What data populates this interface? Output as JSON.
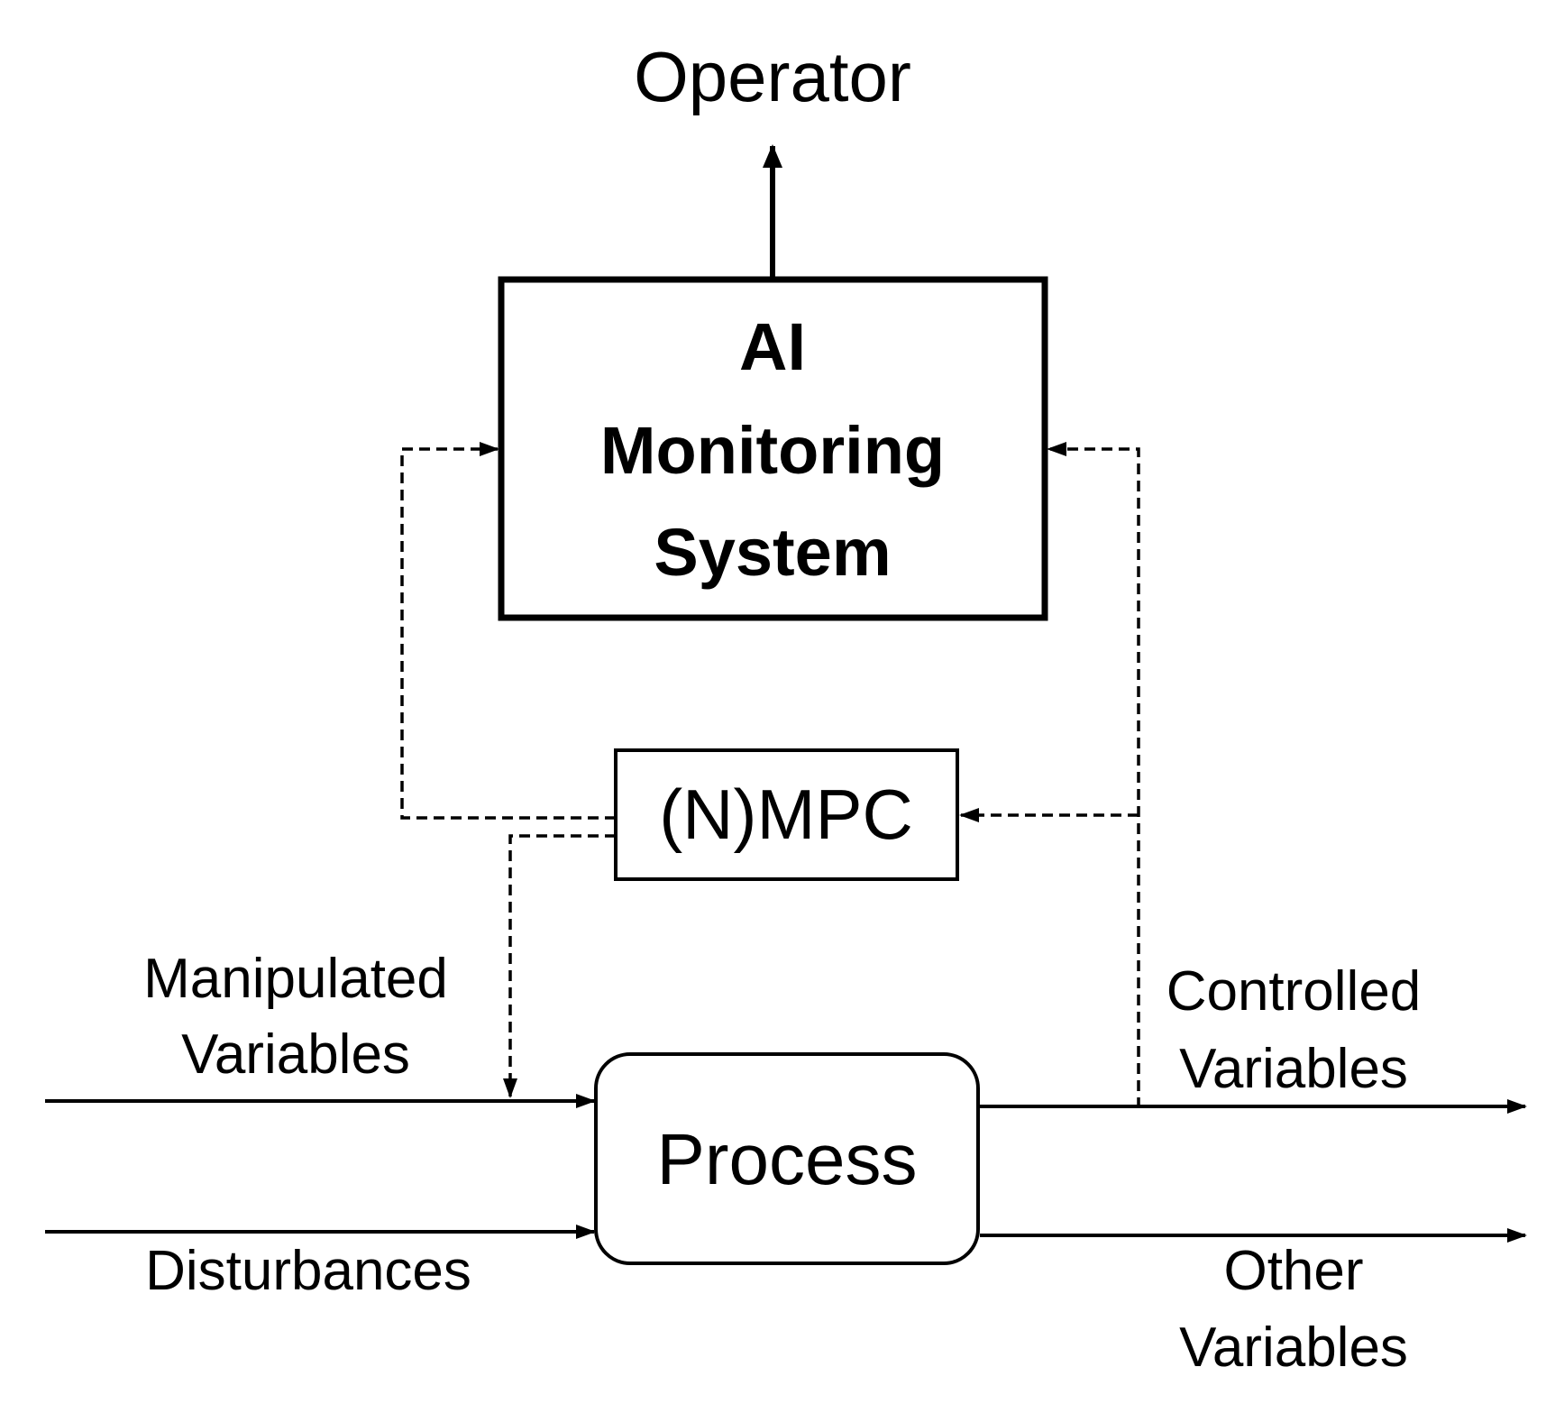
{
  "diagram": {
    "operator": "Operator",
    "ai_system": {
      "line1": "AI",
      "line2": "Monitoring",
      "line3": "System"
    },
    "controller": "(N)MPC",
    "process": "Process",
    "inputs": {
      "manipulated_line1": "Manipulated",
      "manipulated_line2": "Variables",
      "disturbances": "Disturbances"
    },
    "outputs": {
      "controlled_line1": "Controlled",
      "controlled_line2": "Variables",
      "other_line1": "Other",
      "other_line2": "Variables"
    }
  },
  "colors": {
    "stroke": "#000000",
    "background": "#ffffff"
  }
}
